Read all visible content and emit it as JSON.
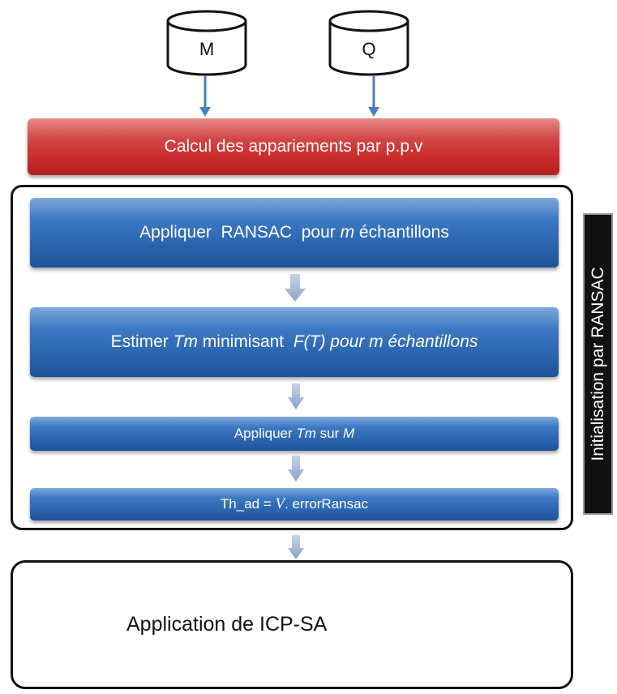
{
  "inputs": {
    "m_label": "M",
    "q_label": "Q"
  },
  "header_step": "Calcul des appariements par p.p.v",
  "steps": {
    "step1": {
      "pre": "Appliquer  RANSAC  pour ",
      "var": "m",
      "post": " échantillons"
    },
    "step2": {
      "pre": "Estimer ",
      "var": "Tm",
      "mid": " minimisant  ",
      "formula": "F(T) pour m échantillons"
    },
    "step3": {
      "pre": "Appliquer ",
      "var": "Tm",
      "post": " sur ",
      "var2": "M"
    },
    "step4": {
      "pre": "Th_ad = ",
      "var": "V",
      "post": ". errorRansac"
    }
  },
  "side_label": "Initialisation par RANSAC",
  "final_step": "Application de ICP-SA",
  "colors": {
    "header_red": "#c92a2a",
    "step_blue": "#2a63ad",
    "arrow_blue": "#4a7fc1",
    "connector_blue": "#9fb5d6"
  }
}
